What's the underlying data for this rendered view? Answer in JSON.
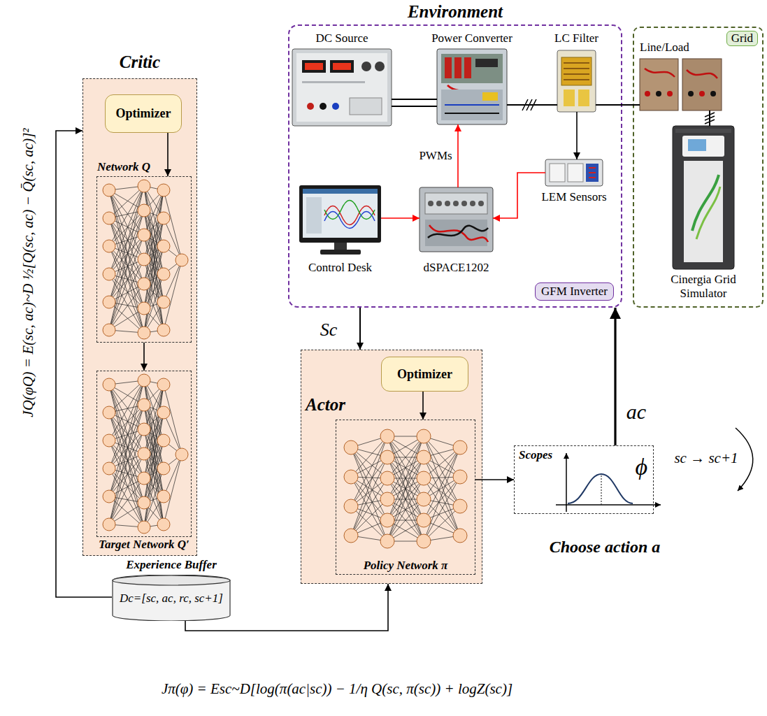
{
  "diagram": {
    "nodes": [
      {
        "text": [
          "Environment",
          "GFM Inverter"
        ]
      },
      {
        "text": [
          "DC Source"
        ],
        "in": 0
      },
      {
        "text": [
          "Power Converter"
        ],
        "in": 0
      },
      {
        "text": [
          "LC Filter"
        ],
        "in": 0
      },
      {
        "text": [
          "Control Desk"
        ],
        "in": 0
      },
      {
        "text": [
          "dSPACE1202"
        ],
        "in": 0
      },
      {
        "text": [
          "LEM Sensors"
        ],
        "in": 0
      },
      {
        "text": [
          "Grid"
        ]
      },
      {
        "text": [
          "Line/Load"
        ],
        "in": 7
      },
      {
        "text": [
          "Cinergia Grid Simulator"
        ],
        "in": 7
      },
      {
        "text": [
          "Critic"
        ]
      },
      {
        "text": [
          "Optimizer"
        ],
        "in": 10
      },
      {
        "text": [
          "Network Q"
        ],
        "in": 10
      },
      {
        "text": [
          "Target Network Q′"
        ],
        "in": 10
      },
      {
        "text": [
          "Actor"
        ]
      },
      {
        "text": [
          "Optimizer"
        ],
        "in": 14
      },
      {
        "text": [
          "Policy Network π"
        ],
        "in": 14
      },
      {
        "text": [
          "Scopes",
          "ϕ"
        ]
      },
      {
        "text": [
          "Experience Buffer",
          "Dc=[sc, ac, rc, sc+1]"
        ]
      }
    ],
    "edges": [
      {
        "from": 1,
        "to": 2,
        "arrow": "none"
      },
      {
        "from": 2,
        "to": 3,
        "arrow": "none"
      },
      {
        "from": 3,
        "to": 8,
        "arrow": "none"
      },
      {
        "from": 8,
        "to": 9,
        "arrow": "none"
      },
      {
        "from": 3,
        "to": 6,
        "arrow": "to"
      },
      {
        "from": 6,
        "to": 5,
        "arrow": "to"
      },
      {
        "from": 4,
        "to": 5,
        "arrow": "to"
      },
      {
        "from": 5,
        "to": 2,
        "label": "PWMs",
        "arrow": "to"
      },
      {
        "from": 0,
        "to": 14,
        "label": "Sc",
        "arrow": "to"
      },
      {
        "from": 16,
        "to": 17,
        "arrow": "to"
      },
      {
        "from": 17,
        "to": 0,
        "label": "ac",
        "arrow": "to"
      },
      {
        "from": 18,
        "to": 10,
        "arrow": "to"
      },
      {
        "from": 18,
        "to": 14,
        "arrow": "to"
      },
      {
        "from": 11,
        "to": 12,
        "arrow": "to"
      },
      {
        "from": 12,
        "to": 13,
        "arrow": "to"
      },
      {
        "from": 15,
        "to": 16,
        "arrow": "to"
      }
    ],
    "labels": [
      "JQ(φQ) = E(sc, ac)~D ½[Q(sc, ac) − Q̄(sc, ac)]²",
      "Jπ(φ) = Esc~D[log(π(ac|sc)) − 1/η Q(sc, π(sc)) + logZ(sc)]",
      "Choose action a",
      "sc → sc+1"
    ]
  }
}
